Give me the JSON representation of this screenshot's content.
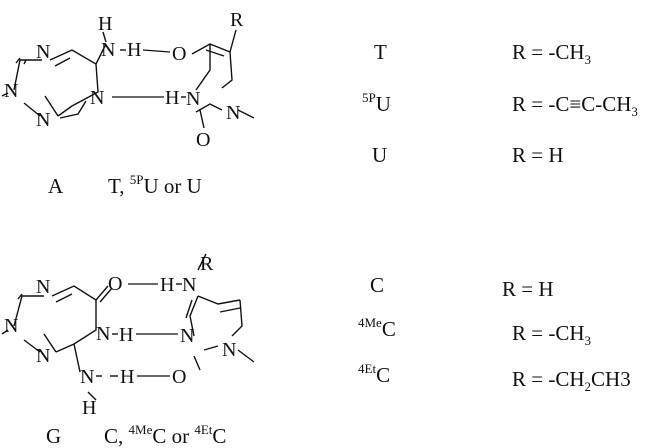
{
  "pair_top": {
    "purine": "A",
    "partner": {
      "a": "T, ",
      "sup": "5P",
      "b": "U or U"
    },
    "atoms": {
      "H": "H",
      "N": "N",
      "O": "O",
      "R": "R"
    },
    "table": [
      {
        "base": "T",
        "sup": "",
        "r": "R = -CH",
        "sub": "3",
        "tail": ""
      },
      {
        "base": "U",
        "sup": "5P",
        "r": "R = -C≡C-CH",
        "sub": "3",
        "tail": ""
      },
      {
        "base": "U",
        "sup": "",
        "r": "R = H",
        "sub": "",
        "tail": ""
      }
    ]
  },
  "pair_bottom": {
    "purine": "G",
    "partner": {
      "a": "C, ",
      "sup1": "4Me",
      "b": "C or ",
      "sup2": "4Et",
      "c": "C"
    },
    "atoms": {
      "H": "H",
      "N": "N",
      "O": "O",
      "R": "R"
    },
    "table": [
      {
        "base": "C",
        "sup": "",
        "r": "R = H",
        "sub": "",
        "tail": ""
      },
      {
        "base": "C",
        "sup": "4Me",
        "r": "R = -CH",
        "sub": "3",
        "tail": ""
      },
      {
        "base": "C",
        "sup": "4Et",
        "r": "R = -CH",
        "sub": "2",
        "tail": "CH3"
      }
    ]
  }
}
